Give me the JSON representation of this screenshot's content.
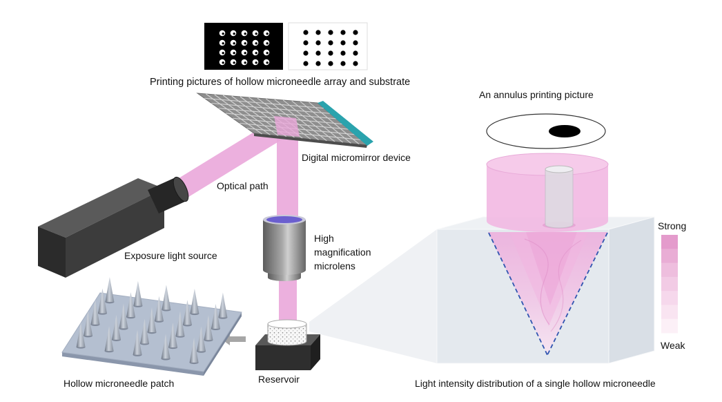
{
  "labels": {
    "printing_pictures": "Printing pictures of hollow microneedle array and substrate",
    "annulus_picture": "An annulus printing picture",
    "dmd": "Digital micromirror device",
    "optical_path": "Optical path",
    "microlens": [
      "High",
      "magnification",
      "microlens"
    ],
    "light_source": "Exposure light source",
    "patch": "Hollow microneedle patch",
    "reservoir": "Reservoir",
    "intensity_distribution": "Light intensity distribution of a single hollow microneedle",
    "scale_strong": "Strong",
    "scale_weak": "Weak"
  },
  "colors": {
    "light_beam": "#eaa7da",
    "dmd_edge": "#2aa3ad",
    "cone_outline": "#2f55b0"
  }
}
